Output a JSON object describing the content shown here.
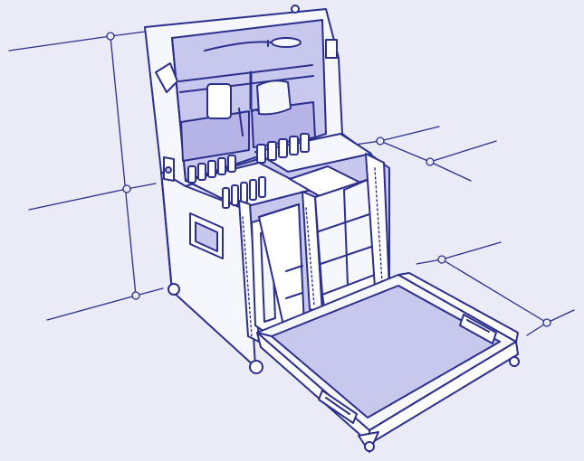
{
  "illustration": {
    "subject": "open-equipment-flight-case",
    "colors": {
      "background": "#ebebf8",
      "line": "#2b2f8c",
      "panel_light": "#f6f6fd",
      "panel_fill": "#c8c7ee",
      "panel_shade": "#b6b4e6",
      "white": "#ffffff"
    },
    "icons": [
      "case-lid",
      "drawer-tray",
      "bottle",
      "box-stack",
      "latch",
      "caster-wheel",
      "handle"
    ]
  }
}
